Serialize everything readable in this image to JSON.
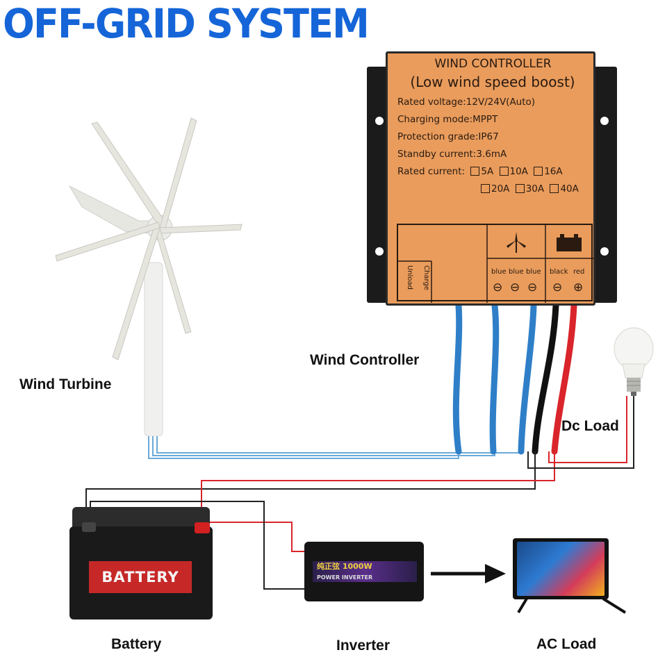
{
  "title": "OFF-GRID SYSTEM",
  "captions": {
    "wind_turbine": "Wind Turbine",
    "wind_controller": "Wind Controller",
    "dc_load": "Dc Load",
    "battery": "Battery",
    "inverter": "Inverter",
    "ac_load": "AC Load"
  },
  "controller": {
    "heading": "WIND CONTROLLER",
    "subheading": "(Low wind speed boost)",
    "rated_voltage": "Rated voltage:12V/24V(Auto)",
    "charging_mode": "Charging mode:MPPT",
    "protection": "Protection grade:IP67",
    "standby": "Standby current:3.6mA",
    "rated_current_label": "Rated current:",
    "current_options_row1": [
      "5A",
      "10A",
      "16A"
    ],
    "current_options_row2": [
      "20A",
      "30A",
      "40A"
    ],
    "unload": "Unload",
    "charge": "Charge",
    "wire_labels": [
      "blue",
      "blue",
      "blue",
      "black",
      "red"
    ],
    "terminal_symbols": [
      "⊖",
      "⊖",
      "⊖",
      "⊖",
      "⊕"
    ]
  },
  "battery_label": "BATTERY",
  "inverter_label": "纯正弦 1000W",
  "inverter_sub": "POWER INVERTER",
  "colors": {
    "title": "#1565d8",
    "controller_body": "#e99c5c",
    "wire_blue": "#3a8fd6",
    "wire_red": "#e53935",
    "wire_black": "#111111"
  }
}
